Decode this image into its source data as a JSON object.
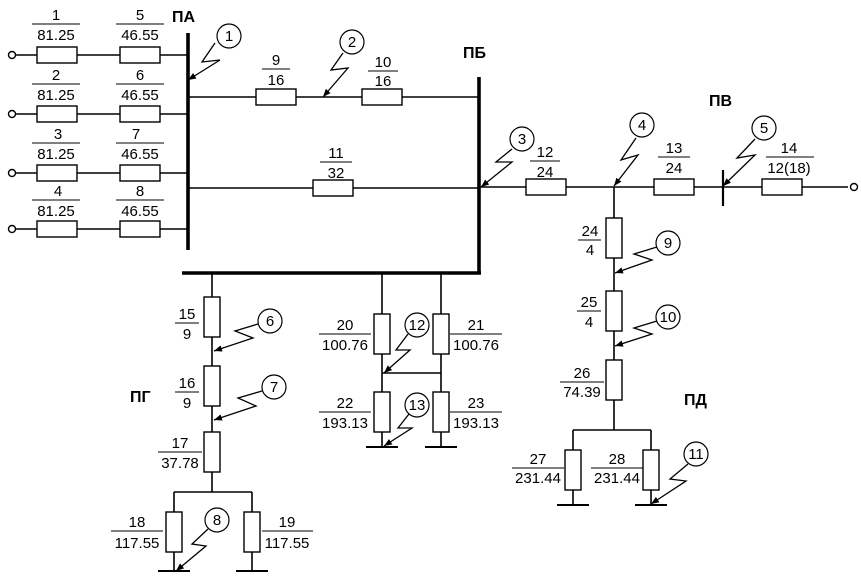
{
  "buses": {
    "pa": "ПА",
    "pb": "ПБ",
    "pv": "ПВ",
    "pg": "ПГ",
    "pd": "ПД"
  },
  "elements": [
    {
      "num": "1",
      "val": "81.25"
    },
    {
      "num": "2",
      "val": "81.25"
    },
    {
      "num": "3",
      "val": "81.25"
    },
    {
      "num": "4",
      "val": "81.25"
    },
    {
      "num": "5",
      "val": "46.55"
    },
    {
      "num": "6",
      "val": "46.55"
    },
    {
      "num": "7",
      "val": "46.55"
    },
    {
      "num": "8",
      "val": "46.55"
    },
    {
      "num": "9",
      "val": "16"
    },
    {
      "num": "10",
      "val": "16"
    },
    {
      "num": "11",
      "val": "32"
    },
    {
      "num": "12",
      "val": "24"
    },
    {
      "num": "13",
      "val": "24"
    },
    {
      "num": "14",
      "val": "12(18)"
    },
    {
      "num": "15",
      "val": "9"
    },
    {
      "num": "16",
      "val": "9"
    },
    {
      "num": "17",
      "val": "37.78"
    },
    {
      "num": "18",
      "val": "117.55"
    },
    {
      "num": "19",
      "val": "117.55"
    },
    {
      "num": "20",
      "val": "100.76"
    },
    {
      "num": "21",
      "val": "100.76"
    },
    {
      "num": "22",
      "val": "193.13"
    },
    {
      "num": "23",
      "val": "193.13"
    },
    {
      "num": "24",
      "val": "4"
    },
    {
      "num": "25",
      "val": "4"
    },
    {
      "num": "26",
      "val": "74.39"
    },
    {
      "num": "27",
      "val": "231.44"
    },
    {
      "num": "28",
      "val": "231.44"
    }
  ],
  "fault_points": [
    "1",
    "2",
    "3",
    "4",
    "5",
    "6",
    "7",
    "8",
    "9",
    "10",
    "11",
    "12",
    "13"
  ]
}
